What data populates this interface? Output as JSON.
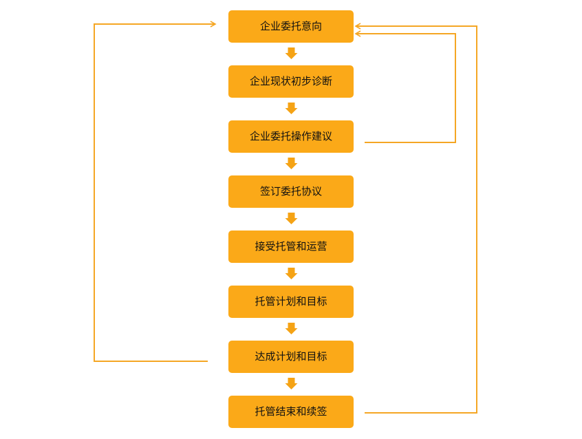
{
  "colors": {
    "box_fill": "#FBA918",
    "arrow_fill": "#F5A315",
    "line": "#F5A623"
  },
  "steps": [
    {
      "label": "企业委托意向"
    },
    {
      "label": "企业现状初步诊断"
    },
    {
      "label": "企业委托操作建议"
    },
    {
      "label": "签订委托协议"
    },
    {
      "label": "接受托管和运营"
    },
    {
      "label": "托管计划和目标"
    },
    {
      "label": "达成计划和目标"
    },
    {
      "label": "托管结束和续签"
    }
  ]
}
